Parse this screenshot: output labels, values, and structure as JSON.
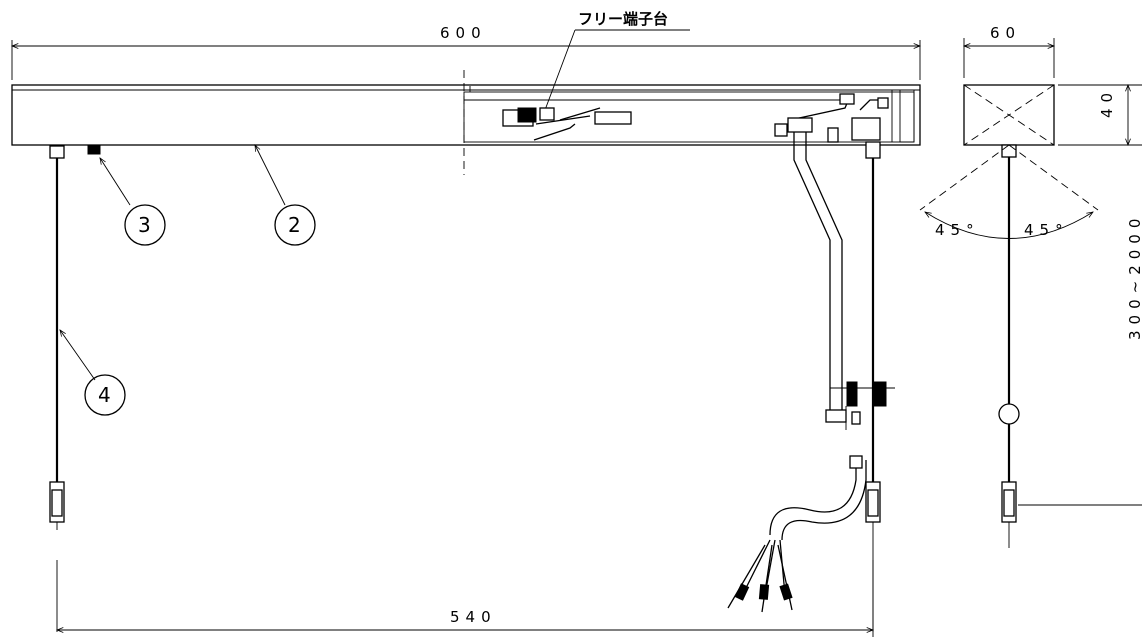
{
  "dimensions": {
    "overall_width": "600",
    "center_distance": "540",
    "side_width": "60",
    "side_height": "40",
    "cable_length": "300~2000",
    "angle_left": "45°",
    "angle_right": "45°"
  },
  "labels": {
    "terminal_block": "フリー端子台"
  },
  "callouts": [
    "3",
    "2",
    "4"
  ],
  "icons": {
    "arrowhead": "arrow-icon",
    "lamp": "lamp-fixture-icon"
  }
}
